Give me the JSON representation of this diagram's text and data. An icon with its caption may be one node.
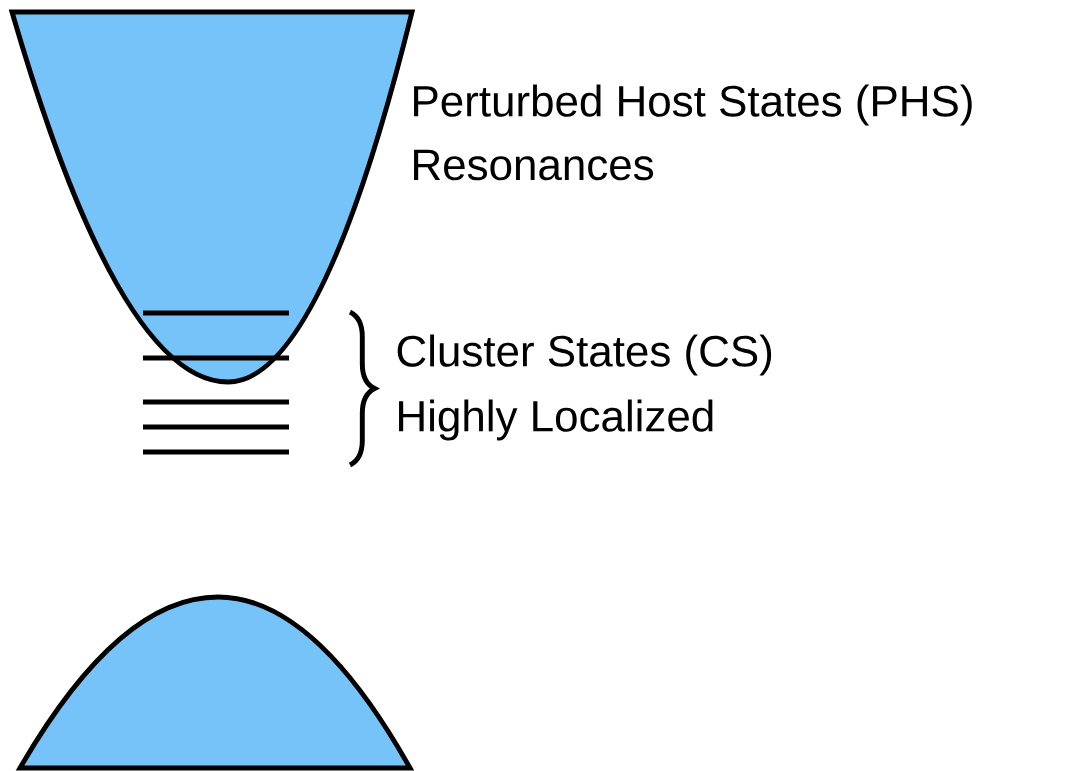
{
  "diagram": {
    "labels": [
      "Perturbed Host States (PHS)",
      "Resonances",
      "Cluster States (CS)",
      "Highly Localized"
    ]
  }
}
